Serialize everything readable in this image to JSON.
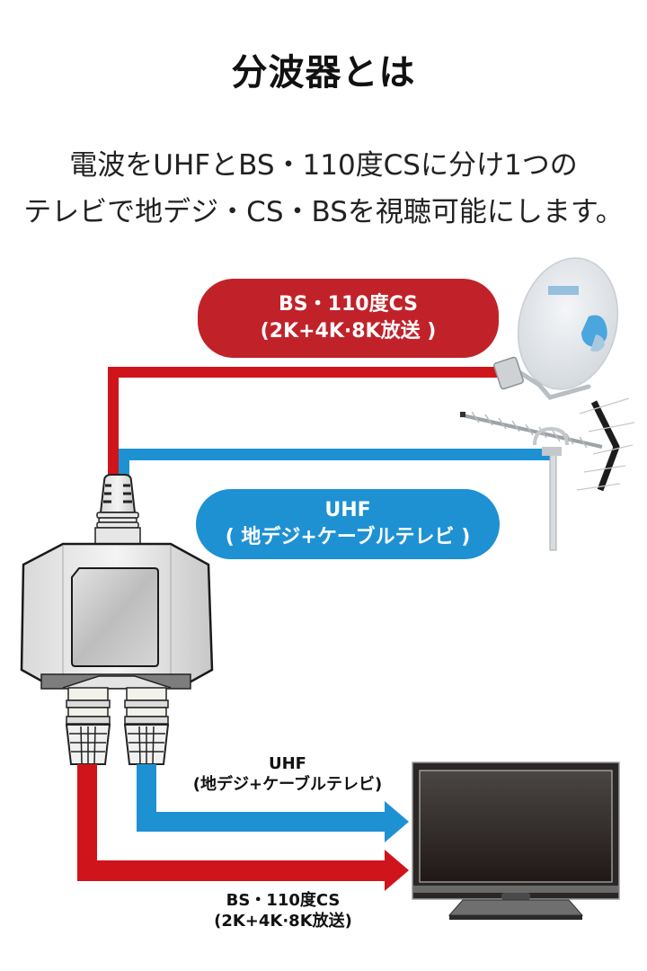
{
  "header": {
    "title": "分波器とは",
    "description_line1": "電波をUHFとBS・110度CSに分け1つの",
    "description_line2": "テレビで地デジ・CS・BSを視聴可能にします。"
  },
  "inputs": {
    "satellite": {
      "label_line1": "BS・110度CS",
      "label_line2": "(2K+4K·8K放送 )",
      "icon": "satellite-dish-icon",
      "color": "#c1222a"
    },
    "terrestrial": {
      "label_line1": "UHF",
      "label_line2": "( 地デジ+ケーブルテレビ )",
      "icon": "uhf-antenna-icon",
      "color": "#1e91d3"
    }
  },
  "device": {
    "icon": "splitter-icon"
  },
  "outputs": {
    "uhf": {
      "label_line1": "UHF",
      "label_line2": "(地デジ+ケーブルテレビ)",
      "color": "#1e91d3"
    },
    "bs_cs": {
      "label_line1": "BS・110度CS",
      "label_line2": "(2K+4K·8K放送)",
      "color": "#d0141b"
    },
    "destination_icon": "television-icon"
  },
  "colors": {
    "red_cable": "#d0141b",
    "blue_cable": "#1e91d3",
    "red_pill": "#c1222a",
    "blue_pill": "#1e91d3"
  }
}
